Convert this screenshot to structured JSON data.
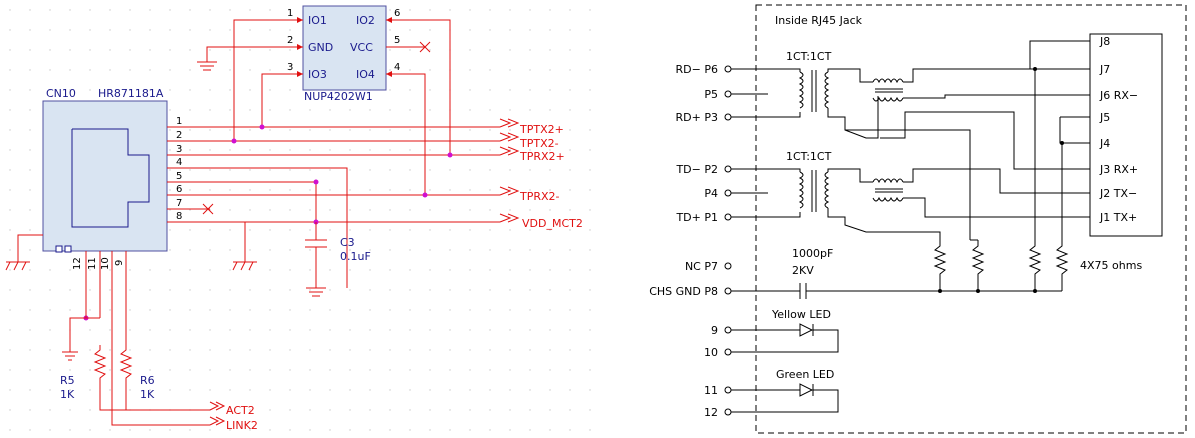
{
  "left": {
    "ic": {
      "pins": [
        "1",
        "2",
        "3",
        "6",
        "5",
        "4"
      ],
      "labels": [
        "IO1",
        "GND",
        "IO3",
        "IO2",
        "VCC",
        "IO4"
      ],
      "part": "NUP4202W1"
    },
    "connector": {
      "ref": "CN10",
      "part": "HR871181A",
      "pins": [
        "1",
        "2",
        "3",
        "4",
        "5",
        "6",
        "7",
        "8"
      ],
      "bottom_pins": [
        "12",
        "11",
        "10",
        "9"
      ]
    },
    "nets": [
      "TPTX2+",
      "TPTX2-",
      "TPRX2+",
      "TPRX2-",
      "VDD_MCT2",
      "ACT2",
      "LINK2"
    ],
    "c3": {
      "ref": "C3",
      "value": "0.1uF"
    },
    "r5": {
      "ref": "R5",
      "value": "1K"
    },
    "r6": {
      "ref": "R6",
      "value": "1K"
    }
  },
  "right": {
    "title": "Inside RJ45 Jack",
    "transformer_top": "1CT:1CT",
    "transformer_bottom": "1CT:1CT",
    "left_pins": [
      "RD− P6",
      "P5",
      "RD+ P3",
      "TD− P2",
      "P4",
      "TD+ P1",
      "NC P7",
      "CHS GND P8",
      "9",
      "10",
      "11",
      "12"
    ],
    "right_pins": [
      "J8",
      "J7",
      "J6  RX−",
      "J5",
      "J4",
      "J3  RX+",
      "J2  TX−",
      "J1  TX+"
    ],
    "cap": [
      "1000pF",
      "2KV"
    ],
    "resistors": "4X75  ohms",
    "led_yellow": "Yellow  LED",
    "led_green": "Green  LED"
  }
}
